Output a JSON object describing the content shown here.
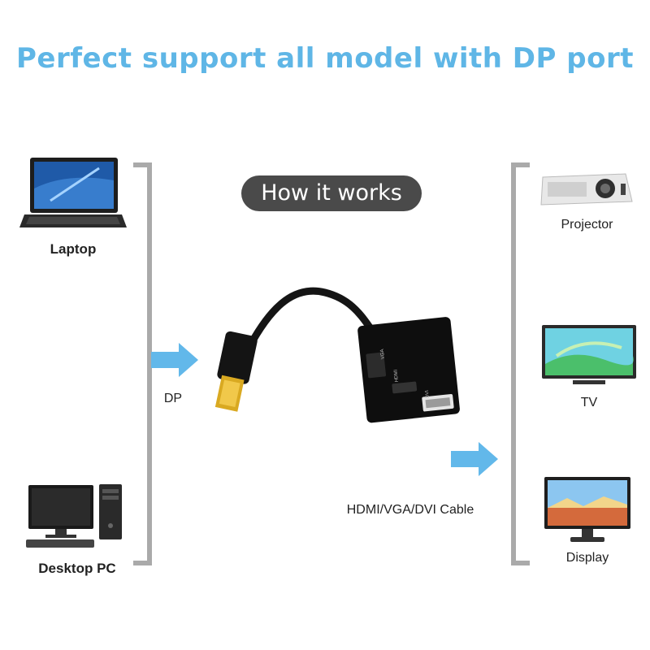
{
  "headline": "Perfect support all model with DP port",
  "pill": "How it works",
  "sources": {
    "laptop": "Laptop",
    "desktop": "Desktop PC"
  },
  "connector_label": "DP",
  "cable_label": "HDMI/VGA/DVI Cable",
  "adapter_ports": {
    "vga": "VGA",
    "hdmi": "HDMI",
    "dvi": "DVI"
  },
  "targets": {
    "projector": "Projector",
    "tv": "TV",
    "display": "Display"
  },
  "colors": {
    "headline": "#5fb6e6",
    "pill": "#4a4a4a",
    "arrow": "#62b8ea",
    "bracket": "#aaaaaa",
    "dp_gold": "#d9a921"
  }
}
